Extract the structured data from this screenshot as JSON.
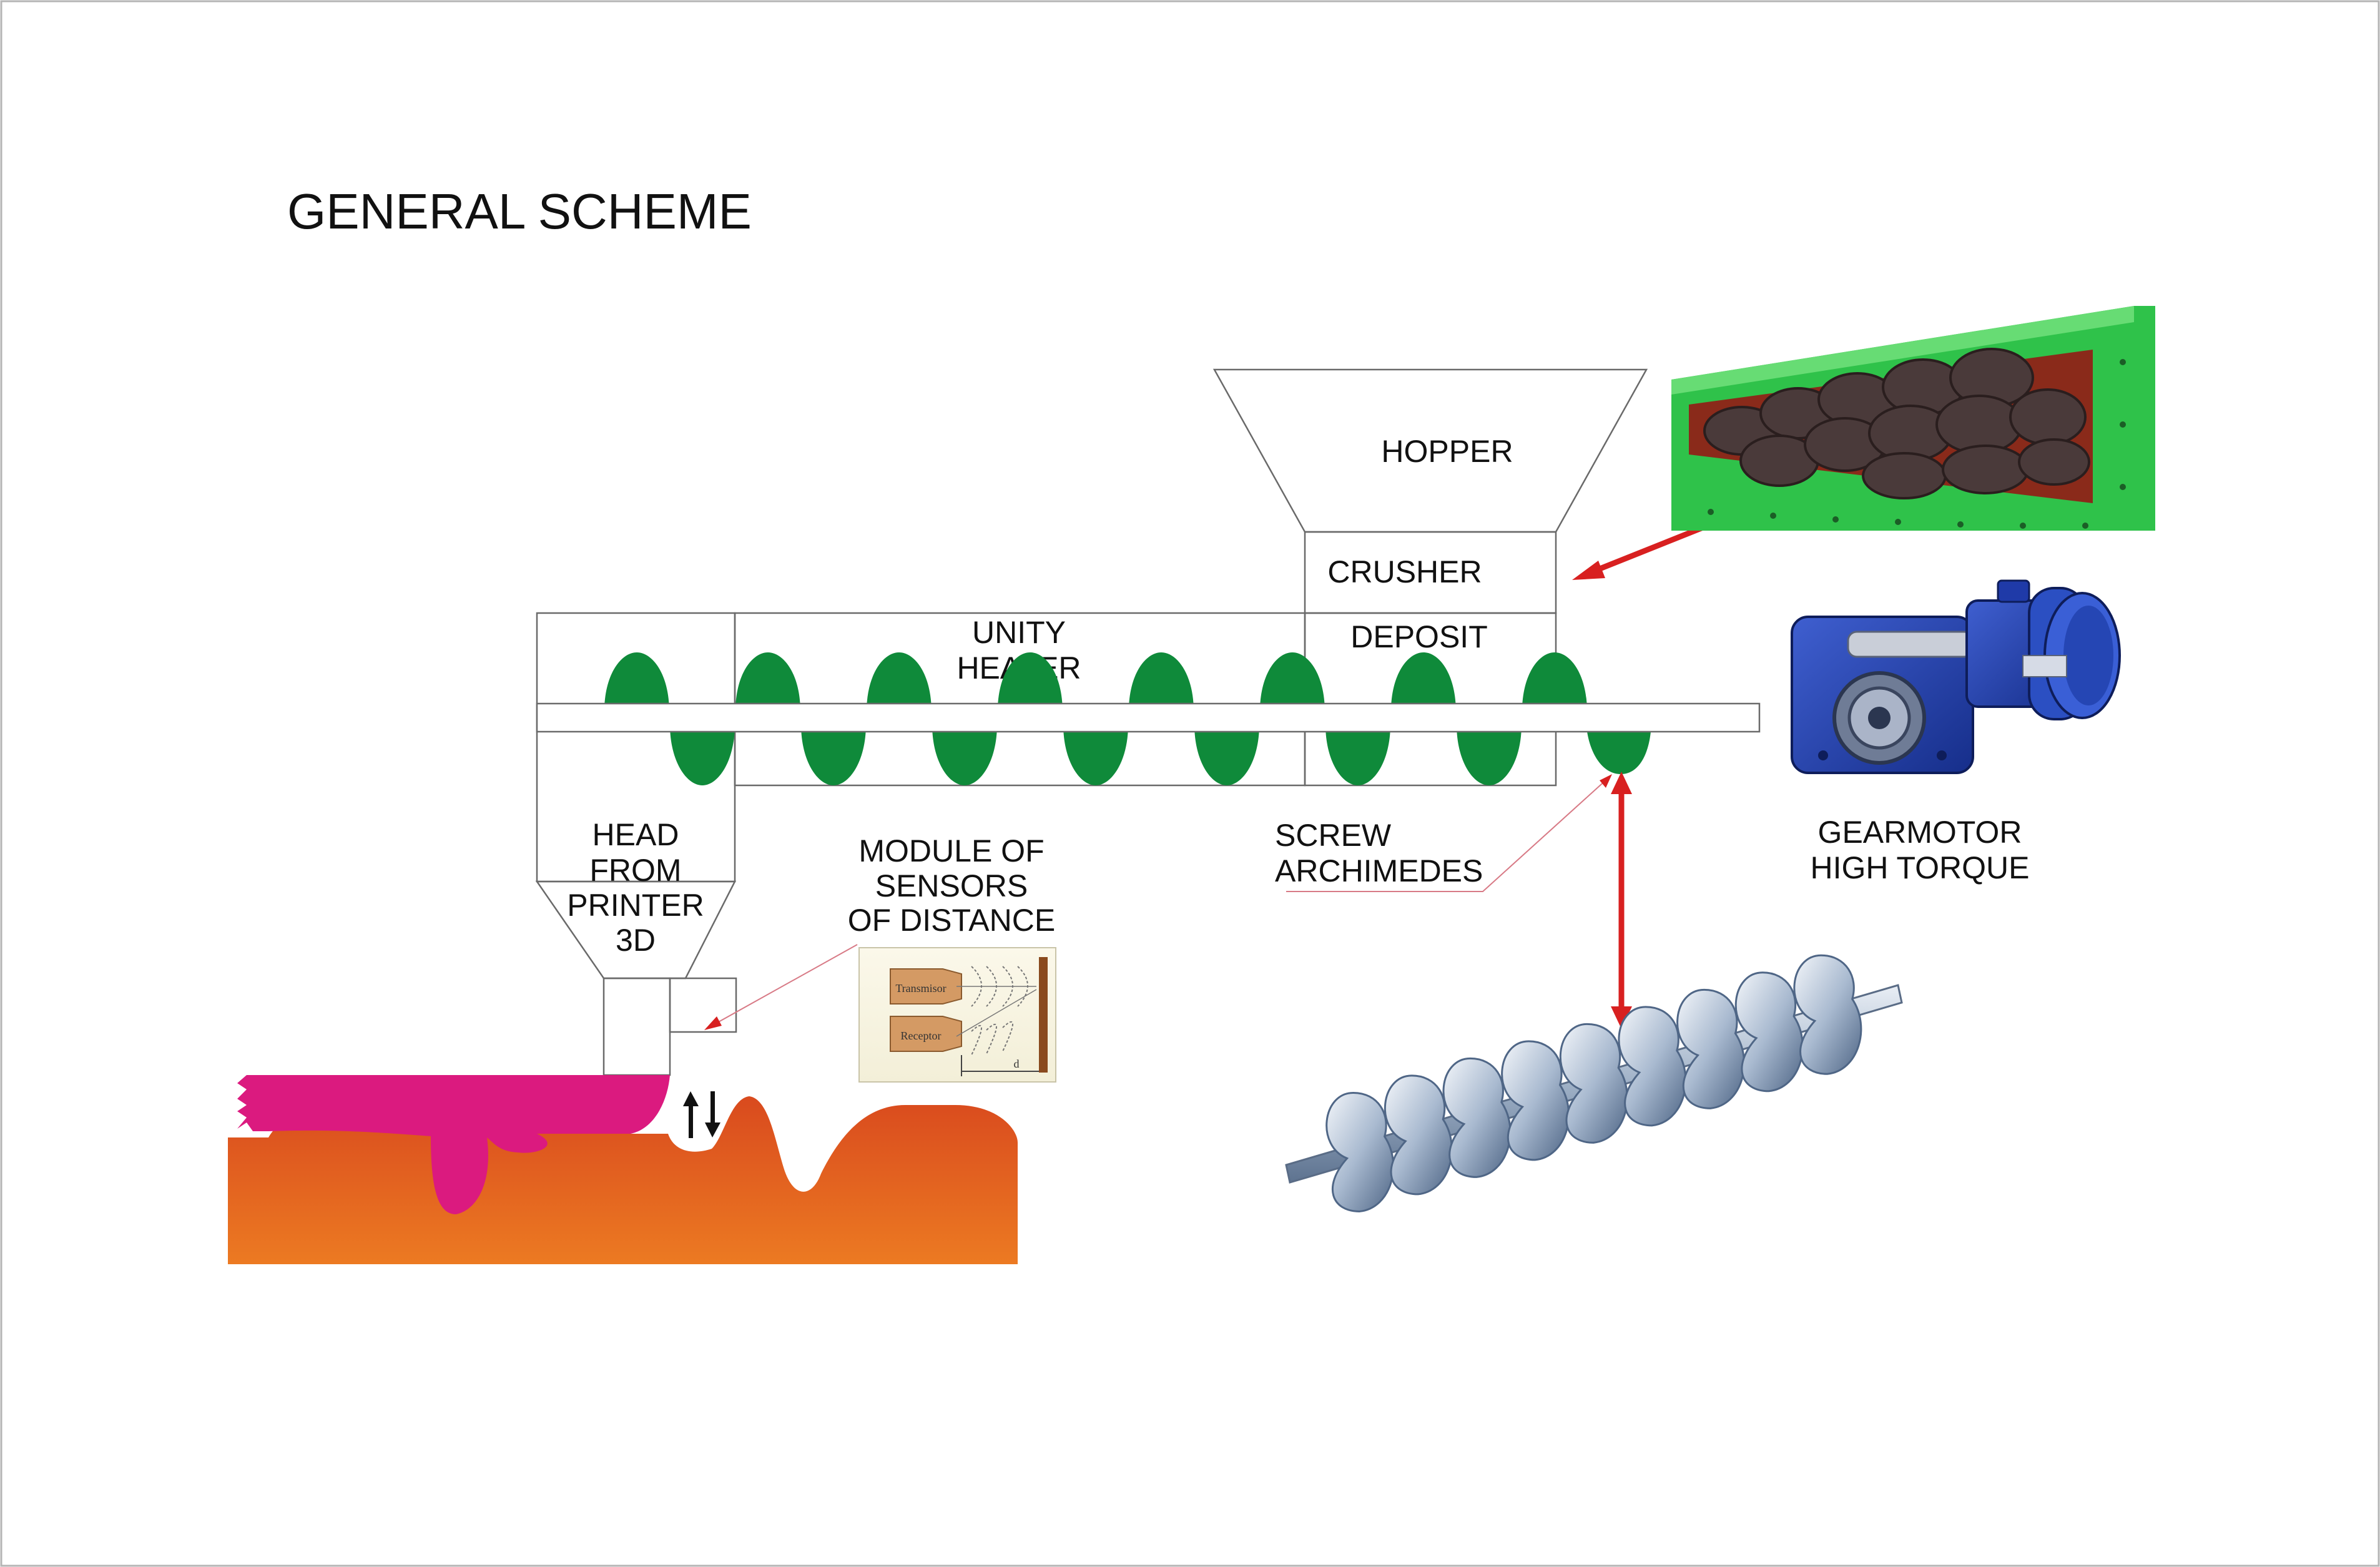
{
  "title": "GENERAL SCHEME",
  "labels": {
    "hopper": "HOPPER",
    "crusher": "CRUSHER",
    "deposit": "DEPOSIT",
    "heater": [
      "UNITY",
      "HEATER"
    ],
    "head": [
      "HEAD",
      "FROM",
      "PRINTER",
      "3D"
    ],
    "sensors": [
      "MODULE OF",
      "SENSORS",
      "OF DISTANCE"
    ],
    "screw": [
      "SCREW",
      "ARCHIMEDES"
    ],
    "gearmotor": [
      "GEARMOTOR",
      "HIGH TORQUE"
    ]
  },
  "sensor_diagram": {
    "transmitter": "Transmisor",
    "receptor": "Receptor",
    "distance": "d"
  },
  "colors": {
    "screw_green": "#0f8a3a",
    "filament_magenta": "#db1a7f",
    "bed_orange": "#e8661f",
    "pointer_red": "#d82020",
    "crusher_green": "#2fc24a"
  },
  "icons": [
    "up-down-arrows-icon",
    "double-headed-red-arrow-icon"
  ]
}
